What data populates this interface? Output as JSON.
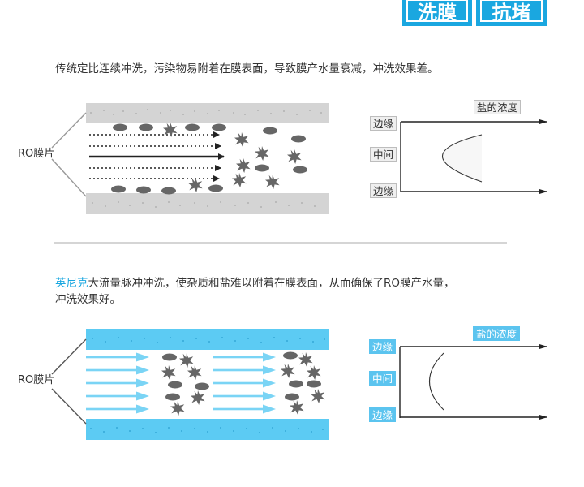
{
  "header": {
    "badge_wash": "洗膜",
    "badge_block": "抗堵"
  },
  "top": {
    "description": "传统定比连续冲洗，污染物易附着在膜表面，导致膜产水量衰减，冲洗效果差。",
    "membrane_label": "RO膜片",
    "graph": {
      "title": "盐的浓度",
      "edge_top": "边缘",
      "middle": "中间",
      "edge_bottom": "边缘"
    }
  },
  "bottom": {
    "brand": "英尼克",
    "description_line1": "大流量脉冲冲洗，使杂质和盐难以附着在膜表面，从而确保了RO膜产水量，",
    "description_line2": "冲洗效果好。",
    "membrane_label": "RO膜片",
    "graph": {
      "title": "盐的浓度",
      "edge_top": "边缘",
      "middle": "中间",
      "edge_bottom": "边缘"
    }
  },
  "colors": {
    "accent": "#1aa7e0",
    "membrane_gray": "#d4d4d4",
    "membrane_blue": "#5ccbf3",
    "arrow_light": "#7ad4f5",
    "particle": "#666666"
  }
}
